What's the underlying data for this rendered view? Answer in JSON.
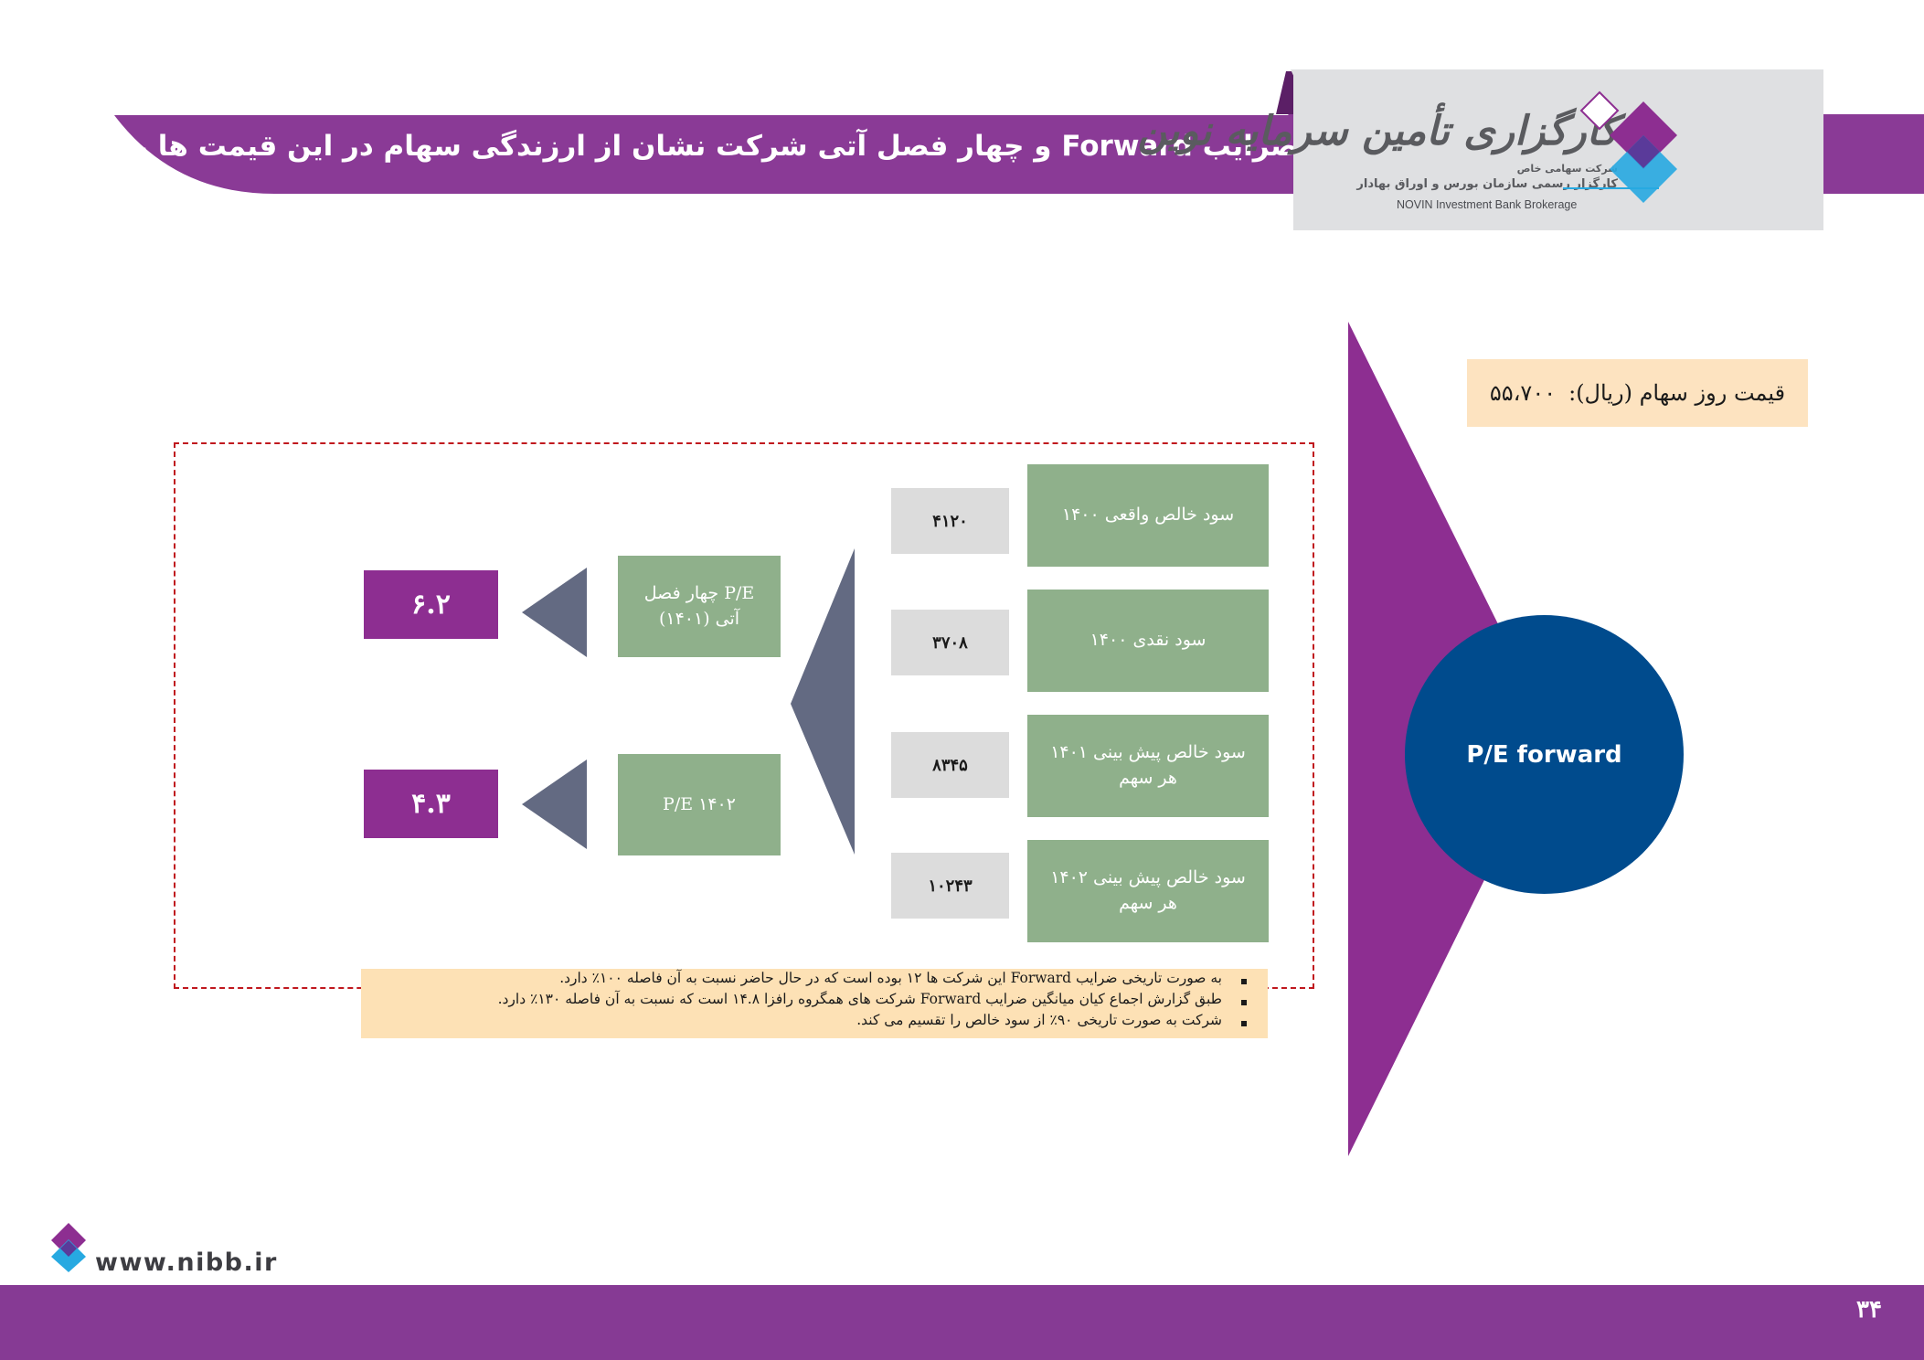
{
  "header": {
    "title": "ضرایب Forward و چهار فصل آتی شرکت نشان از ارزندگی سهام در این قیمت ها را می دهد"
  },
  "logo": {
    "name_fa": "کارگزاری تأمین سرمایه نوین",
    "company_type": "شرکت سهامی خاص",
    "tagline_fa": "کارگزار رسمی سازمان بورس و اوراق بهادار",
    "name_en": "NOVIN Investment Bank Brokerage"
  },
  "price": {
    "label": "قیمت روز سهام (ریال):",
    "value": "۵۵،۷۰۰"
  },
  "circle_label": "P/E forward",
  "earnings": [
    {
      "label": "سود خالص واقعی ۱۴۰۰",
      "value": "۴۱۲۰"
    },
    {
      "label": "سود نقدی ۱۴۰۰",
      "value": "۳۷۰۸"
    },
    {
      "label": "سود خالص پیش بینی ۱۴۰۱ هر سهم",
      "value": "۸۳۴۵"
    },
    {
      "label": "سود خالص پیش بینی ۱۴۰۲ هر سهم",
      "value": "۱۰۲۴۳"
    }
  ],
  "ratios": [
    {
      "label": "P/E چهار فصل آتی (۱۴۰۱)",
      "value": "۶.۲"
    },
    {
      "label": "P/E ۱۴۰۲",
      "value": "۴.۳"
    }
  ],
  "notes": [
    "به صورت تاریخی ضرایب Forward این شرکت ها ۱۲ بوده است که در حال حاضر نسبت به آن فاصله ۱۰۰٪ دارد.",
    "طبق گزارش اجماع کیان میانگین ضرایب  Forward شرکت های همگروه رافزا ۱۴.۸ است که نسبت به آن فاصله ۱۳۰٪ دارد.",
    "شرکت به صورت تاریخی ۹۰٪ از سود خالص را تقسیم می کند."
  ],
  "footer": {
    "website": "www.nibb.ir",
    "page_number": "۳۴"
  },
  "colors": {
    "purple": "#8d2e91",
    "navy": "#004b8d",
    "slate": "#636a82",
    "green": "#8fb08b",
    "gray": "#dcdcdc",
    "peach": "#fde3c0",
    "dashed_red": "#c0181e"
  }
}
